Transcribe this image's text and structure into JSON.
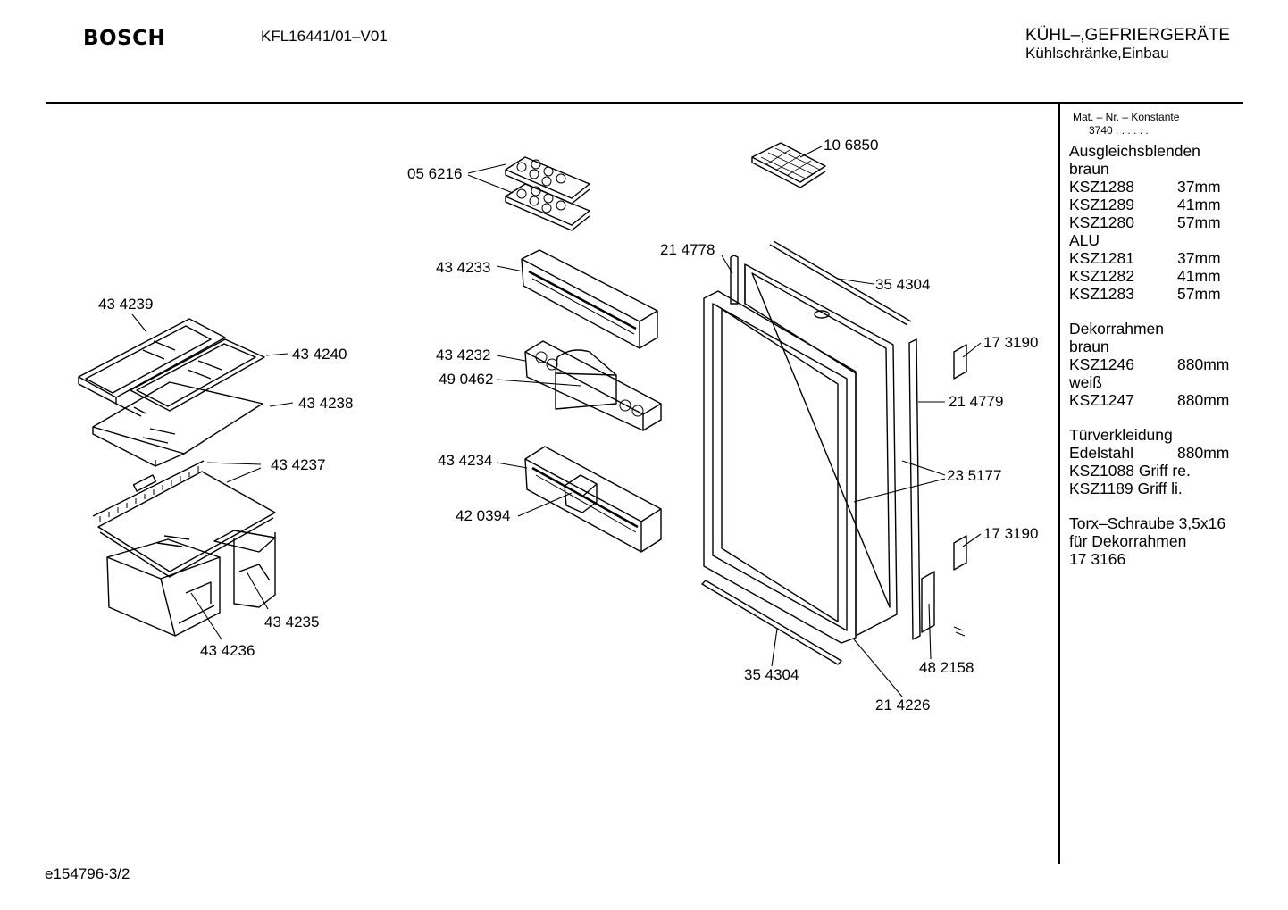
{
  "header": {
    "brand": "BOSCH",
    "model": "KFL16441/01–V01",
    "category_line1": "KÜHL–,GEFRIERGERÄTE",
    "category_line2": "Kühlschränke,Einbau"
  },
  "footer": {
    "doc_id": "e154796-3/2"
  },
  "sidebar": {
    "mat_label": "Mat. – Nr. – Konstante",
    "mat_value": "3740 . . . . . .",
    "sections": [
      {
        "lines": [
          {
            "text": "Ausgleichsblenden"
          },
          {
            "text": "braun"
          },
          {
            "code": "KSZ1288",
            "value": "37mm"
          },
          {
            "code": "KSZ1289",
            "value": "41mm"
          },
          {
            "code": "KSZ1280",
            "value": "57mm"
          },
          {
            "text": "ALU"
          },
          {
            "code": "KSZ1281",
            "value": "37mm"
          },
          {
            "code": "KSZ1282",
            "value": "41mm"
          },
          {
            "code": "KSZ1283",
            "value": "57mm"
          }
        ]
      },
      {
        "lines": [
          {
            "text": "Dekorrahmen"
          },
          {
            "text": "braun"
          },
          {
            "code": "KSZ1246",
            "value": "880mm"
          },
          {
            "text": "weiß"
          },
          {
            "code": "KSZ1247",
            "value": "880mm"
          }
        ]
      },
      {
        "lines": [
          {
            "text": "Türverkleidung"
          },
          {
            "code": "Edelstahl",
            "value": "880mm"
          },
          {
            "text": "KSZ1088 Griff re."
          },
          {
            "text": "KSZ1189 Griff li."
          }
        ]
      },
      {
        "lines": [
          {
            "text": "Torx–Schraube 3,5x16"
          },
          {
            "text": "für Dekorrahmen"
          },
          {
            "text": "17 3166"
          }
        ]
      }
    ]
  },
  "parts": {
    "p434239": "43 4239",
    "p434240": "43 4240",
    "p434238": "43 4238",
    "p434237": "43 4237",
    "p434235": "43 4235",
    "p434236": "43 4236",
    "p056216": "05 6216",
    "p434233": "43 4233",
    "p434232": "43 4232",
    "p490462": "49 0462",
    "p434234": "43 4234",
    "p420394": "42 0394",
    "p106850": "10 6850",
    "p214778": "21 4778",
    "p354304a": "35 4304",
    "p173190a": "17 3190",
    "p214779": "21 4779",
    "p235177": "23 5177",
    "p173190b": "17 3190",
    "p482158": "48 2158",
    "p354304b": "35 4304",
    "p214226": "21 4226"
  }
}
